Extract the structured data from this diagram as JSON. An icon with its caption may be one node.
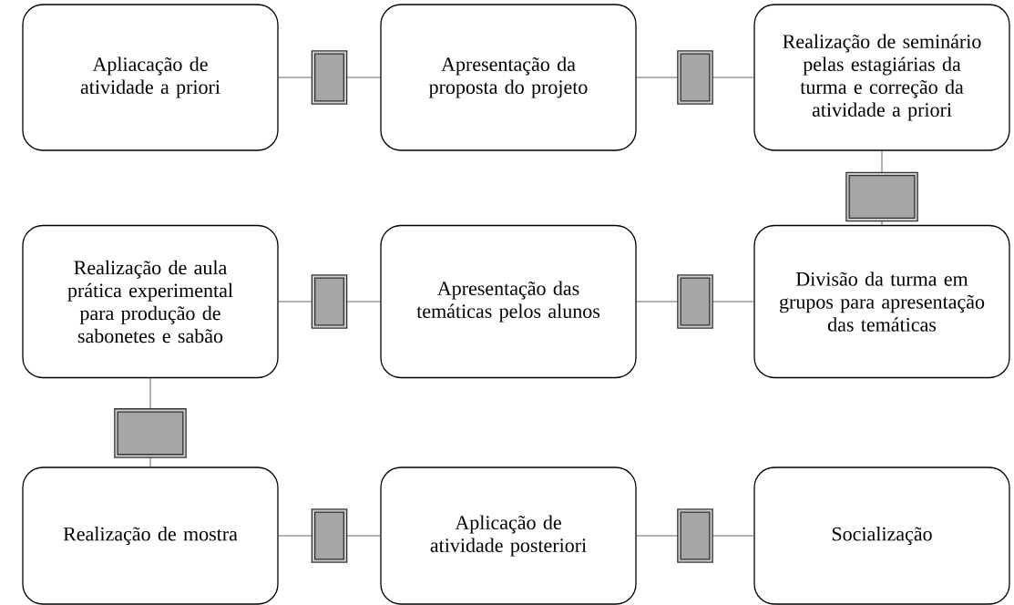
{
  "diagram": {
    "nodes": [
      {
        "text": [
          "Apliacação de atividade a priori"
        ]
      },
      {
        "text": [
          "Apresentação da proposta do projeto"
        ]
      },
      {
        "text": [
          "Realização de seminário pelas estagiárias da turma e correção da atividade a priori"
        ]
      },
      {
        "text": [
          "Realização de aula prática experimental para produção de sabonetes e sabão"
        ]
      },
      {
        "text": [
          "Apresentação das temáticas pelos alunos"
        ]
      },
      {
        "text": [
          "Divisão da turma em grupos para apresentação das temáticas"
        ]
      },
      {
        "text": [
          "Realização de mostra"
        ]
      },
      {
        "text": [
          "Aplicação de atividade posteriori"
        ]
      },
      {
        "text": [
          "Socialização"
        ]
      }
    ],
    "edges": [
      {
        "from": 0,
        "to": 1,
        "arrow": "none"
      },
      {
        "from": 1,
        "to": 2,
        "arrow": "none"
      },
      {
        "from": 2,
        "to": 5,
        "arrow": "none"
      },
      {
        "from": 5,
        "to": 4,
        "arrow": "none"
      },
      {
        "from": 4,
        "to": 3,
        "arrow": "none"
      },
      {
        "from": 3,
        "to": 6,
        "arrow": "none"
      },
      {
        "from": 6,
        "to": 7,
        "arrow": "none"
      },
      {
        "from": 7,
        "to": 8,
        "arrow": "none"
      }
    ]
  }
}
